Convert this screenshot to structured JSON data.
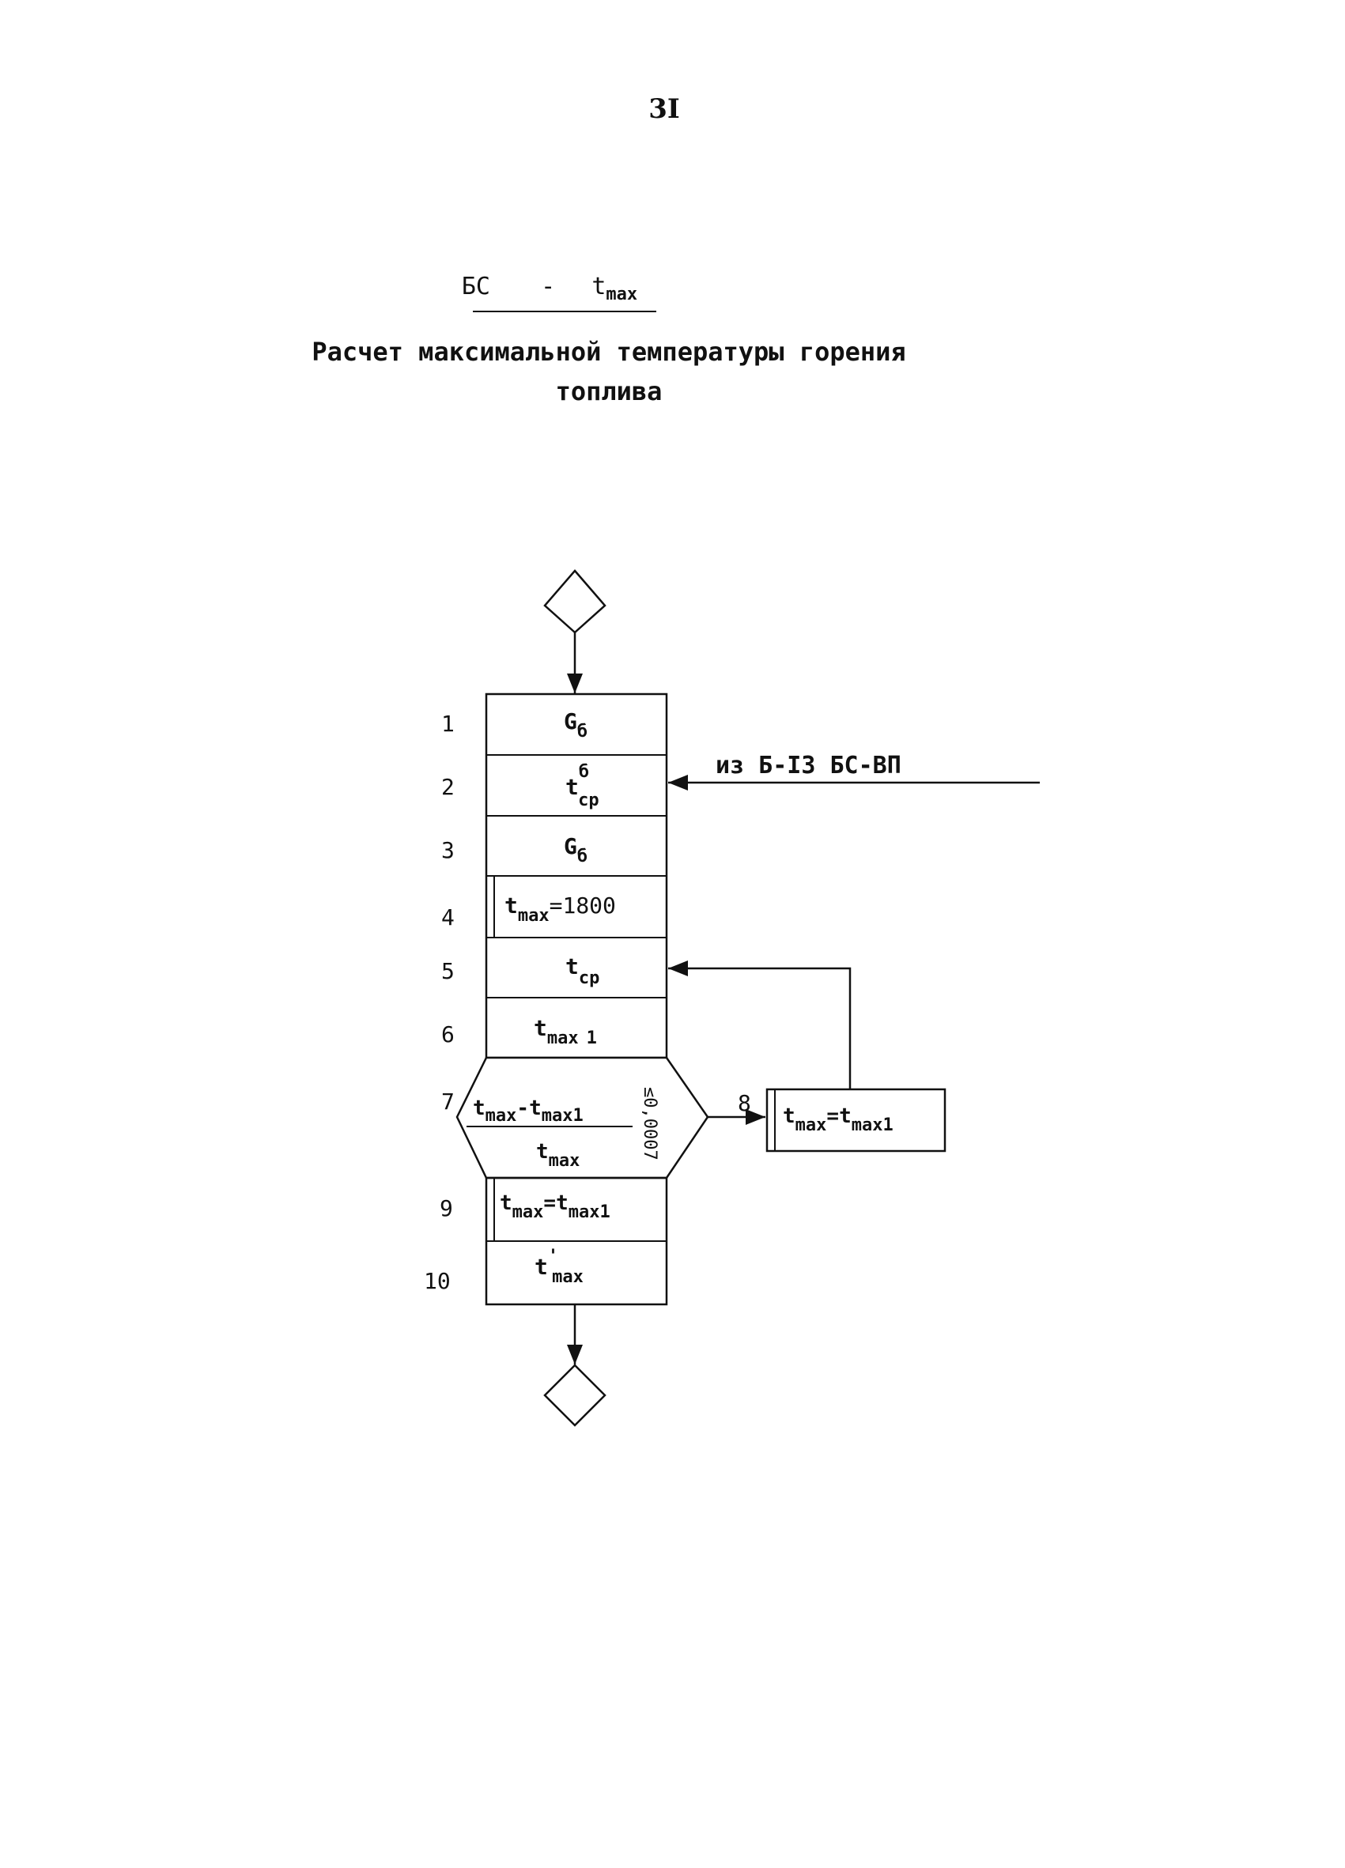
{
  "page_number": "3I",
  "title": {
    "code": "БС",
    "dash": "-",
    "var_t": "t",
    "var_sub": "max"
  },
  "subtitle_lines": [
    "Расчет максимальной температуры горения",
    "топлива"
  ],
  "external_input": "из Б-I3 БС-ВП",
  "block_numbers": [
    "1",
    "2",
    "3",
    "4",
    "5",
    "6",
    "7",
    "8",
    "9",
    "10"
  ],
  "blocks": {
    "b1": {
      "main": "G",
      "sub": "б"
    },
    "b2": {
      "main": "t",
      "sup": "б",
      "sub": "ср"
    },
    "b3": {
      "main": "G",
      "sub": "б"
    },
    "b4": {
      "main": "t",
      "sub": "max",
      "rest": "=1800"
    },
    "b5": {
      "main": "t",
      "sub": "ср"
    },
    "b6": {
      "main": "t",
      "sub": "max",
      "idx": "1"
    },
    "b7": {
      "num_a": "t",
      "num_a_sub": "max",
      "minus": "-",
      "num_b": "t",
      "num_b_sub": "max1",
      "den": "t",
      "den_sub": "max",
      "cmp": "≤0,0007"
    },
    "b8": {
      "main": "t",
      "sub": "max",
      "eq": "=",
      "main2": "t",
      "sub2": "max1"
    },
    "b9": {
      "main": "t",
      "sub": "max",
      "eq": "=",
      "main2": "t",
      "sub2": "max1"
    },
    "b10": {
      "main": "t",
      "prime": "'",
      "sub": "max"
    }
  }
}
